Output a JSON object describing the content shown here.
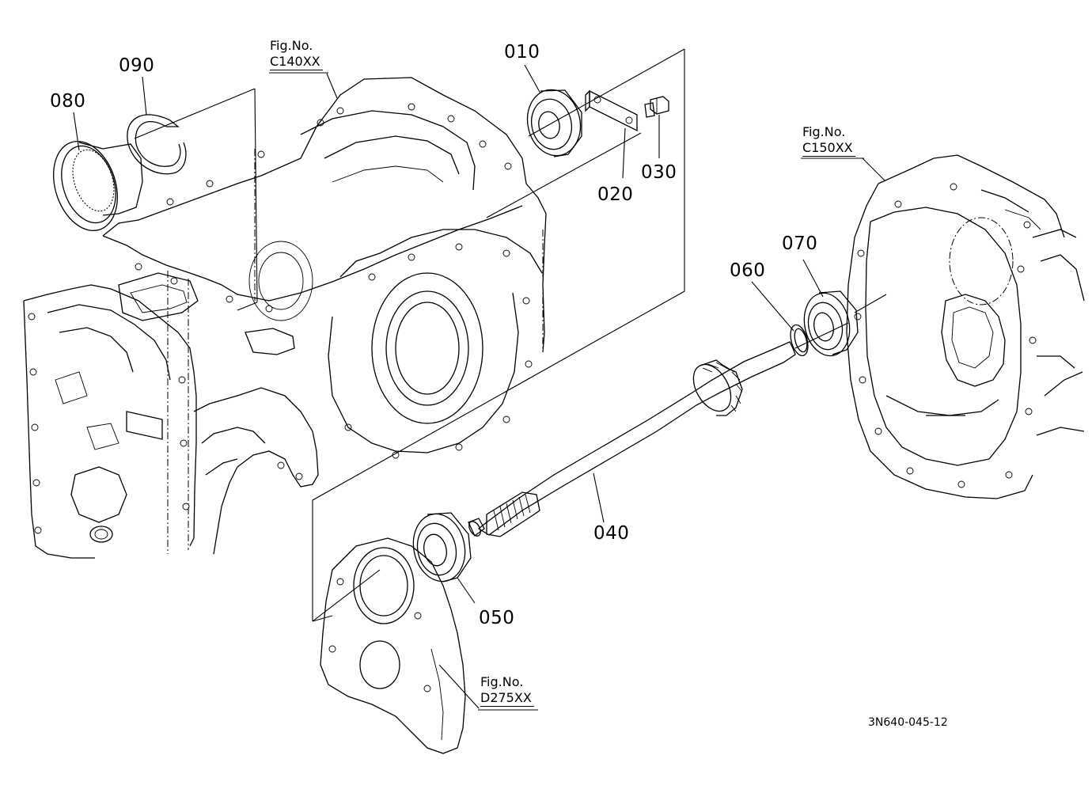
{
  "figure_refs": {
    "c140": {
      "label": "Fig.No.",
      "code": "C140XX"
    },
    "c150": {
      "label": "Fig.No.",
      "code": "C150XX"
    },
    "d275": {
      "label": "Fig.No.",
      "code": "D275XX"
    }
  },
  "parts": {
    "p010": "010",
    "p020": "020",
    "p030": "030",
    "p040": "040",
    "p050": "050",
    "p060": "060",
    "p070": "070",
    "p080": "080",
    "p090": "090"
  },
  "drawing_number": "3N640-045-12"
}
